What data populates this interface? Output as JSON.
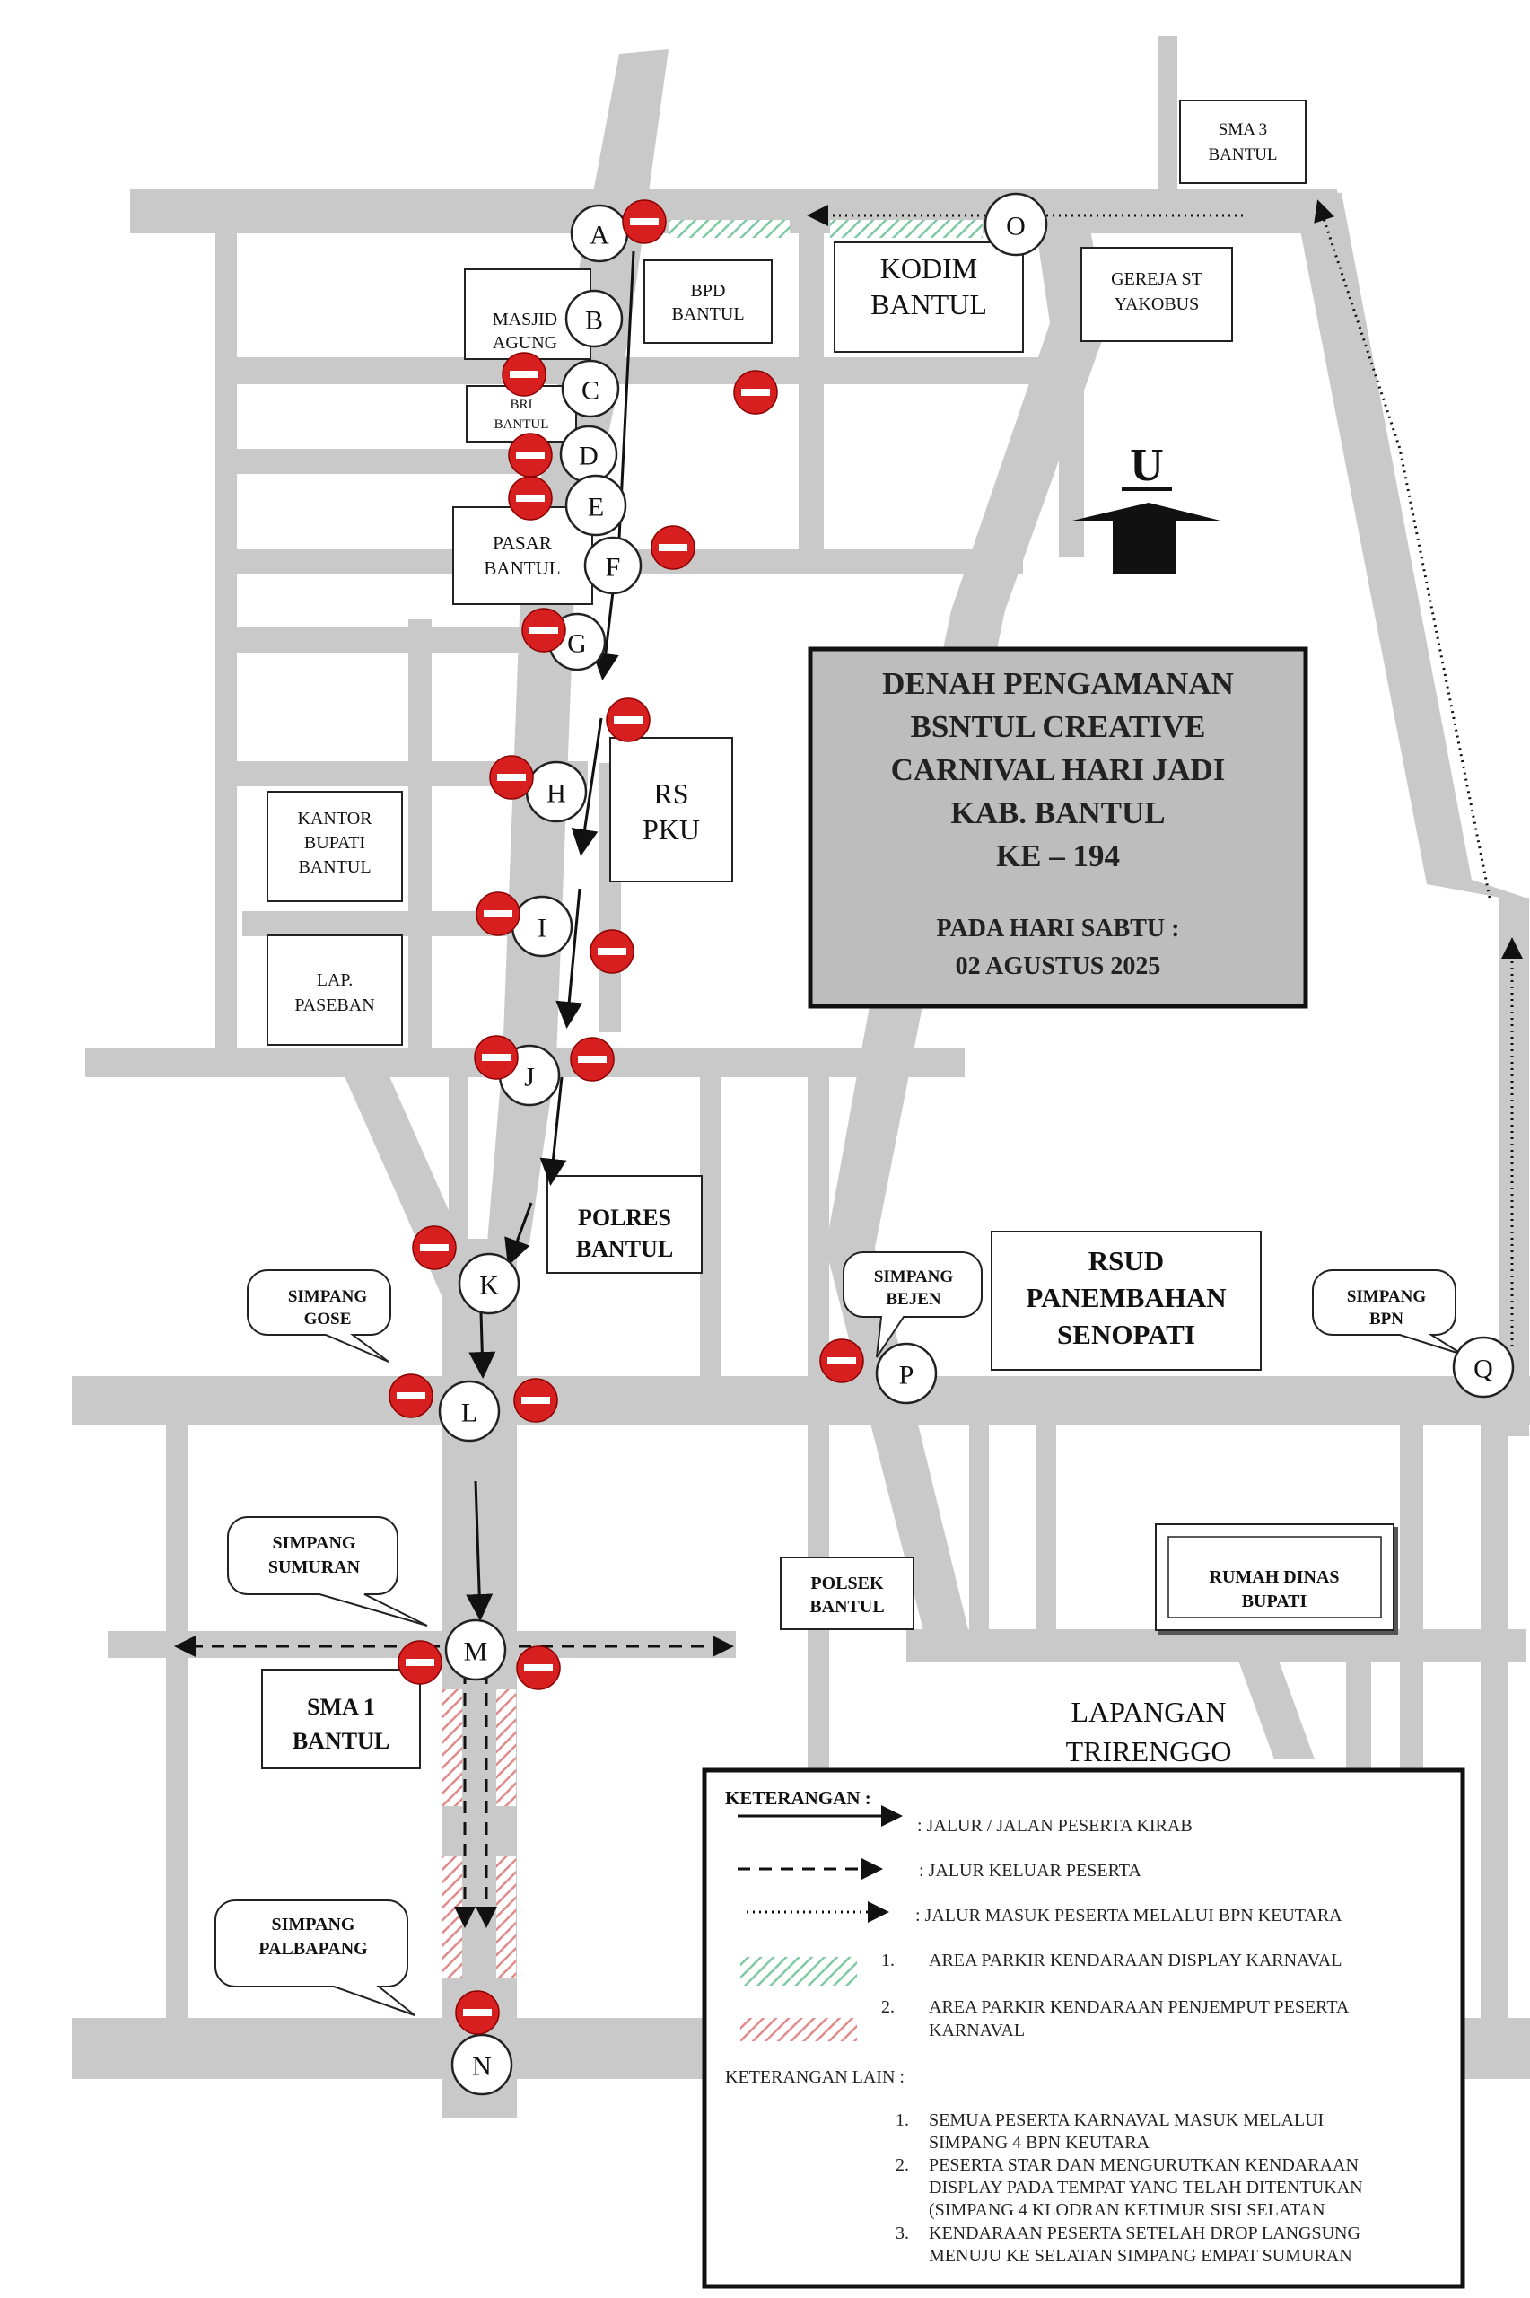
{
  "title": {
    "lines": [
      "DENAH PENGAMANAN",
      "BSNTUL CREATIVE",
      "CARNIVAL HARI JADI",
      "KAB. BANTUL",
      "KE – 194"
    ],
    "date_lines": [
      "PADA HARI SABTU :",
      "02 AGUSTUS 2025"
    ]
  },
  "north_label": "U",
  "buildings": {
    "sma3": [
      "SMA 3",
      "BANTUL"
    ],
    "kodim": [
      "KODIM",
      "BANTUL"
    ],
    "gereja": [
      "GEREJA ST",
      "YAKOBUS"
    ],
    "bpd": [
      "BPD",
      "BANTUL"
    ],
    "masjid": [
      "MASJID",
      "AGUNG"
    ],
    "bri": [
      "BRI",
      "BANTUL"
    ],
    "pasar": [
      "PASAR",
      "BANTUL"
    ],
    "kantor": [
      "KANTOR",
      "BUPATI",
      "BANTUL"
    ],
    "lap_paseban": [
      "LAP.",
      "PASEBAN"
    ],
    "rs_pku": [
      "RS",
      "PKU"
    ],
    "polres": [
      "POLRES",
      "BANTUL"
    ],
    "rsud": [
      "RSUD",
      "PANEMBAHAN",
      "SENOPATI"
    ],
    "polsek": [
      "POLSEK",
      "BANTUL"
    ],
    "rumah_dinas": [
      "RUMAH DINAS",
      "BUPATI"
    ],
    "sma1": [
      "SMA 1",
      "BANTUL"
    ],
    "lapangan": [
      "LAPANGAN",
      "TRIRENGGO"
    ]
  },
  "callouts": {
    "gose": [
      "SIMPANG",
      "GOSE"
    ],
    "bejen": [
      "SIMPANG",
      "BEJEN"
    ],
    "bpn": [
      "SIMPANG",
      "BPN"
    ],
    "sumuran": [
      "SIMPANG",
      "SUMURAN"
    ],
    "palbapang": [
      "SIMPANG",
      "PALBAPANG"
    ]
  },
  "nodes": [
    "A",
    "B",
    "C",
    "D",
    "E",
    "F",
    "G",
    "H",
    "I",
    "J",
    "K",
    "L",
    "M",
    "N",
    "O",
    "P",
    "Q"
  ],
  "legend": {
    "heading": "KETERANGAN :",
    "route": ": JALUR / JALAN PESERTA KIRAB",
    "exit": ": JALUR KELUAR PESERTA",
    "entry": ": JALUR MASUK PESERTA MELALUI BPN KEUTARA",
    "park1_num": "1.",
    "park1": "AREA PARKIR KENDARAAN DISPLAY KARNAVAL",
    "park2_num": "2.",
    "park2": [
      "AREA PARKIR KENDARAAN PENJEMPUT PESERTA",
      "KARNAVAL"
    ],
    "other_heading": "KETERANGAN LAIN :",
    "notes": [
      {
        "num": "1.",
        "lines": [
          "SEMUA PESERTA KARNAVAL MASUK MELALUI",
          "SIMPANG 4 BPN KEUTARA"
        ]
      },
      {
        "num": "2.",
        "lines": [
          "PESERTA STAR DAN MENGURUTKAN KENDARAAN",
          "DISPLAY PADA TEMPAT YANG TELAH DITENTUKAN",
          "(SIMPANG 4 KLODRAN KETIMUR SISI SELATAN"
        ]
      },
      {
        "num": "3.",
        "lines": [
          "KENDARAAN PESERTA SETELAH DROP LANGSUNG",
          "MENUJU KE SELATAN SIMPANG EMPAT SUMURAN"
        ]
      }
    ]
  },
  "colors": {
    "road": "#c9c9c9",
    "no_entry": "#d81f1f",
    "park_display": "#7fc9a3",
    "park_pickup": "#e08a8a",
    "title_box": "#bdbdbd"
  }
}
